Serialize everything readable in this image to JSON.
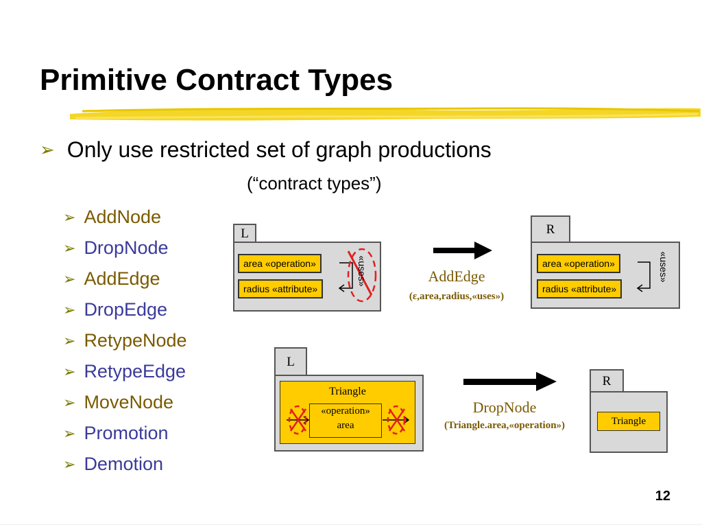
{
  "slide": {
    "title": "Primitive Contract Types",
    "bullet_main": "Only use restricted set of graph productions",
    "bullet_sub": "(“contract types”)",
    "contract_types": [
      {
        "label": "AddNode",
        "color": "#7a5a00"
      },
      {
        "label": "DropNode",
        "color": "#3a3a9a"
      },
      {
        "label": "AddEdge",
        "color": "#7a5a00"
      },
      {
        "label": "DropEdge",
        "color": "#3a3a9a"
      },
      {
        "label": "RetypeNode",
        "color": "#7a5a00"
      },
      {
        "label": "RetypeEdge",
        "color": "#3a3a9a"
      },
      {
        "label": "MoveNode",
        "color": "#7a5a00"
      },
      {
        "label": "Promotion",
        "color": "#3a3a9a"
      },
      {
        "label": "Demotion",
        "color": "#3a3a9a"
      }
    ],
    "page_number": "12"
  },
  "diagram_add_edge": {
    "left_tab": "L",
    "right_tab": "R",
    "node_area": "area «operation»",
    "node_radius": "radius «attribute»",
    "edge_label": "«uses»",
    "rule_name": "AddEdge",
    "rule_signature": "(ε,area,radius,«uses»)"
  },
  "diagram_drop_node": {
    "left_tab": "L",
    "right_tab": "R",
    "container": "Triangle",
    "inner_stereotype": "«operation»",
    "inner_name": "area",
    "right_node": "Triangle",
    "rule_name": "DropNode",
    "rule_signature": "(Triangle.area,«operation»)"
  },
  "colors": {
    "node_fill": "#ffcc00",
    "package_fill": "#d9d9d9",
    "brush_stroke": "#f2d41c",
    "delete_mark": "#e02020",
    "rule_text": "#7a5a00"
  }
}
